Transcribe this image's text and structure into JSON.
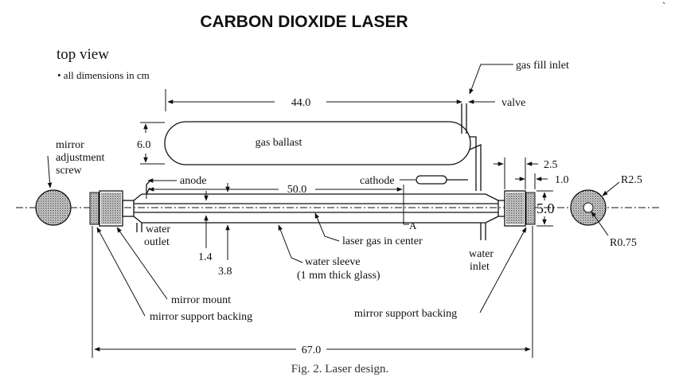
{
  "title": "CARBON DIOXIDE LASER",
  "subtitle": "top view",
  "note": "• all dimensions in cm",
  "caption": "Fig. 2. Laser design.",
  "labels": {
    "gas_fill_inlet": "gas fill inlet",
    "valve": "valve",
    "gas_ballast": "gas ballast",
    "mirror_adjustment_screw": [
      "mirror",
      "adjustment",
      "screw"
    ],
    "anode": "anode",
    "cathode": "cathode",
    "water_outlet": [
      "water",
      "outlet"
    ],
    "water_inlet": [
      "water",
      "inlet"
    ],
    "laser_gas": "laser gas in center",
    "water_sleeve": [
      "water sleeve",
      "(1 mm thick glass)"
    ],
    "mirror_mount": "mirror mount",
    "mirror_support_backing_left": "mirror support backing",
    "mirror_support_backing_right": "mirror support backing",
    "section_marker": "A"
  },
  "dimensions": {
    "ballast_length": "44.0",
    "ballast_height": "6.0",
    "tube_length": "50.0",
    "overall_length": "67.0",
    "inner_diameter": "1.4",
    "outer_diameter": "3.8",
    "end_height": "5.0",
    "mount_width": "2.5",
    "mount_gap": "1.0",
    "outer_radius": "R2.5",
    "inner_radius": "R0.75"
  },
  "colors": {
    "ink": "#111111",
    "knurl": "#8a8a8a",
    "caption": "#333333"
  }
}
